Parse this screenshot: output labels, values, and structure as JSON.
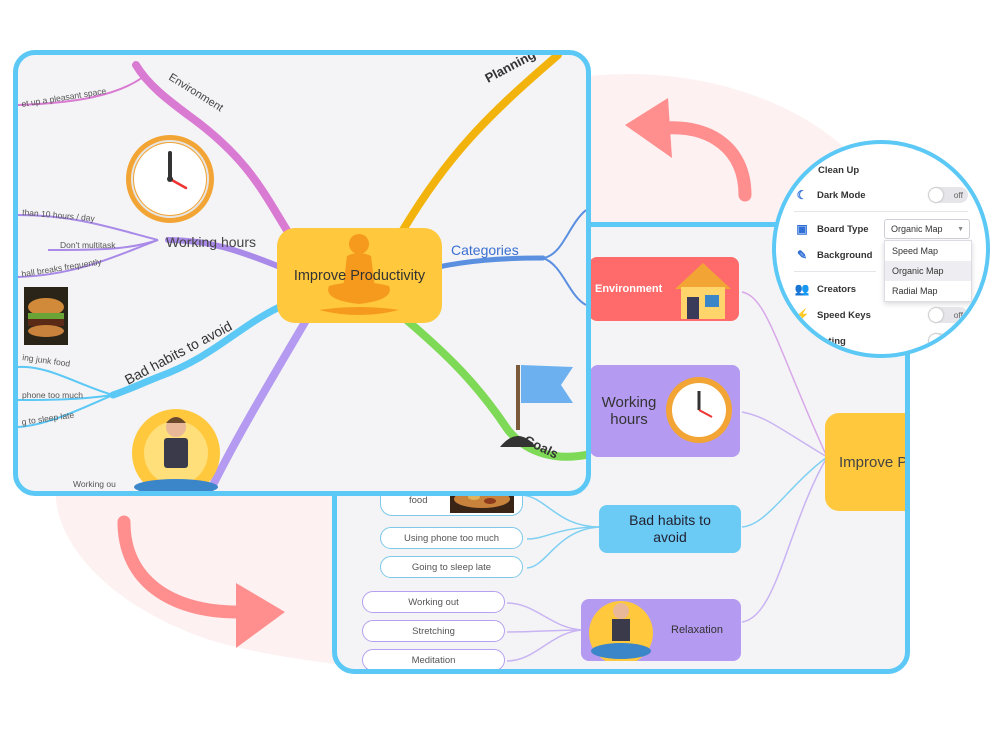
{
  "colors": {
    "frame_blue": "#5BC8F5",
    "central_orange": "#FFC83D",
    "arrow_pink": "#FF8F8F",
    "environment_red": "#FF6B6B",
    "working_purple": "#B49AF0",
    "bad_habits_blue": "#6CCBF4",
    "relaxation_purple": "#B49AF0"
  },
  "front_map": {
    "central_topic": "Improve Productivity",
    "branches": {
      "environment": "Environment",
      "working_hours": "Working hours",
      "bad_habits": "Bad habits to avoid",
      "categories": "Categories",
      "planning": "Planning",
      "goals": "Goals"
    },
    "leaves": {
      "pleasant_space": "et up a pleasant space",
      "ten_hours": "than 10 hours / day",
      "multitask": "Don't multitask",
      "breaks": "hall breaks frequently",
      "junk_food": "ing junk food",
      "phone": "phone too much",
      "sleep": "g to sleep late",
      "working_out": "Working ou"
    },
    "icons": [
      "clock-icon",
      "burger-photo",
      "meditation-person-icon",
      "flag-icon"
    ]
  },
  "back_map": {
    "central_topic": "Improve P",
    "nodes": {
      "environment": "Environment",
      "working_hours": "Working hours",
      "bad_habits": "Bad habits to avoid",
      "relaxation": "Relaxation"
    },
    "leaves": {
      "food": "food",
      "phone": "Using phone too much",
      "sleep": "Going to sleep late",
      "working_out": "Working out",
      "stretching": "Stretching",
      "meditation": "Meditation"
    }
  },
  "settings": {
    "clean_up": "Clean Up",
    "dark_mode": {
      "label": "Dark Mode",
      "state": "off"
    },
    "board_type": {
      "label": "Board Type",
      "selected": "Organic Map",
      "options": [
        "Speed Map",
        "Organic Map",
        "Radial Map"
      ]
    },
    "background": "Background",
    "creators": "Creators",
    "speed_keys": {
      "label": "Speed Keys",
      "state": "off"
    },
    "voting": "Voting"
  }
}
